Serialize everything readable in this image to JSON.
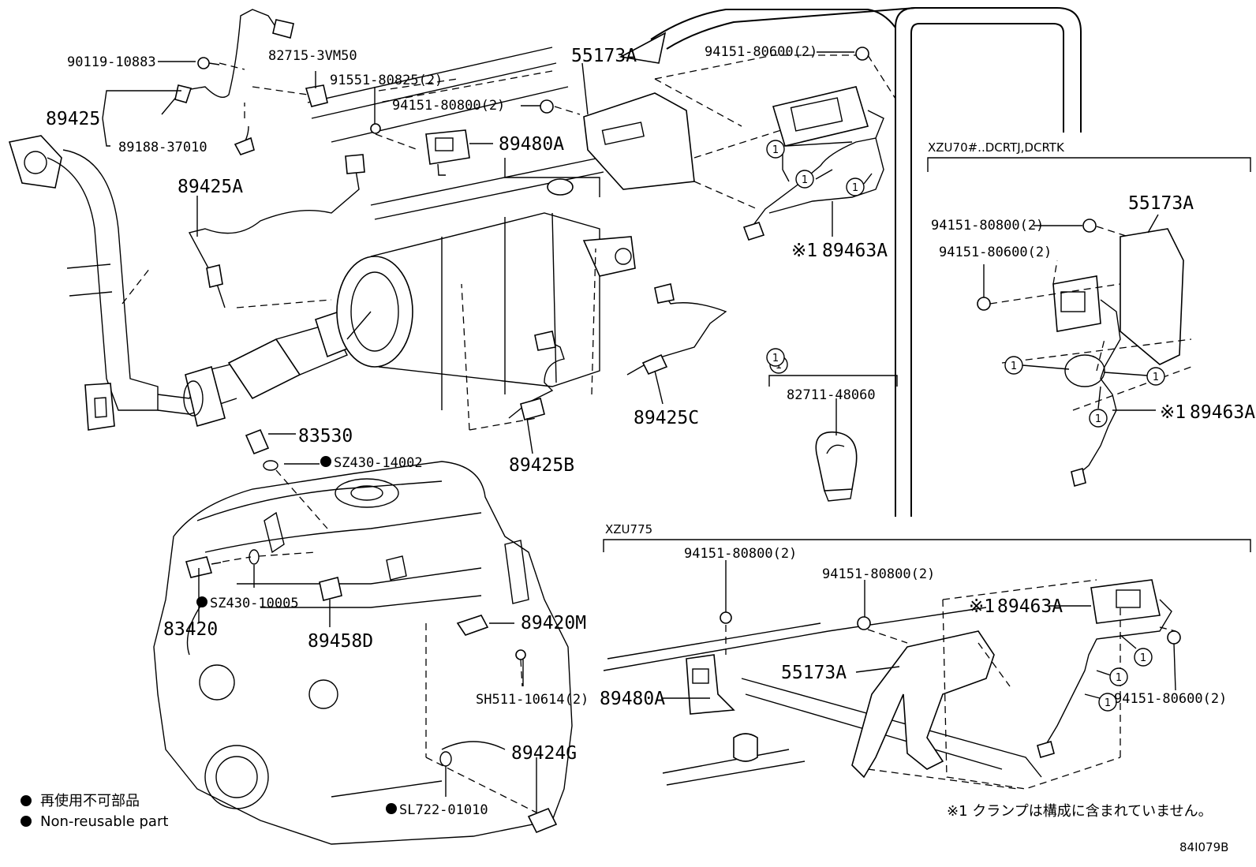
{
  "figure_id": "84I079B",
  "parts": {
    "p90119": "90119-10883",
    "p82715": "82715-3VM50",
    "p89425": "89425",
    "p89188": "89188-37010",
    "p89425A": "89425A",
    "p91551": "91551-80825(2)",
    "p94151_80800_top": "94151-80800(2)",
    "p55173A_top": "55173A",
    "p94151_80600_top": "94151-80600(2)",
    "p89480A_top": "89480A",
    "p89463A_top": "89463A",
    "p89425C": "89425C",
    "p89425B": "89425B",
    "p83530": "83530",
    "pSZ430_14002": "SZ430-14002",
    "pSZ430_10005": "SZ430-10005",
    "p83420": "83420",
    "p89458D": "89458D",
    "p89420M": "89420M",
    "pSH511": "SH511-10614(2)",
    "p89424G": "89424G",
    "pSL722": "SL722-01010",
    "p82711": "82711-48060",
    "p55173A_r": "55173A",
    "p94151_80800_r": "94151-80800(2)",
    "p94151_80600_r": "94151-80600(2)",
    "p89463A_r": "89463A",
    "p94151_80800_b1": "94151-80800(2)",
    "p94151_80800_b2": "94151-80800(2)",
    "p89463A_b": "89463A",
    "p55173A_b": "55173A",
    "p89480A_b": "89480A",
    "p94151_80600_b": "94151-80600(2)"
  },
  "callout_number": "1",
  "note_mark": "※1",
  "sections": {
    "right": "XZU70#..DCRTJ,DCRTK",
    "bottom": "XZU775"
  },
  "legend": {
    "jp": "再使用不可部品",
    "en": "Non-reusable part"
  },
  "footnote": "※1 クランプは構成に含まれていません。"
}
